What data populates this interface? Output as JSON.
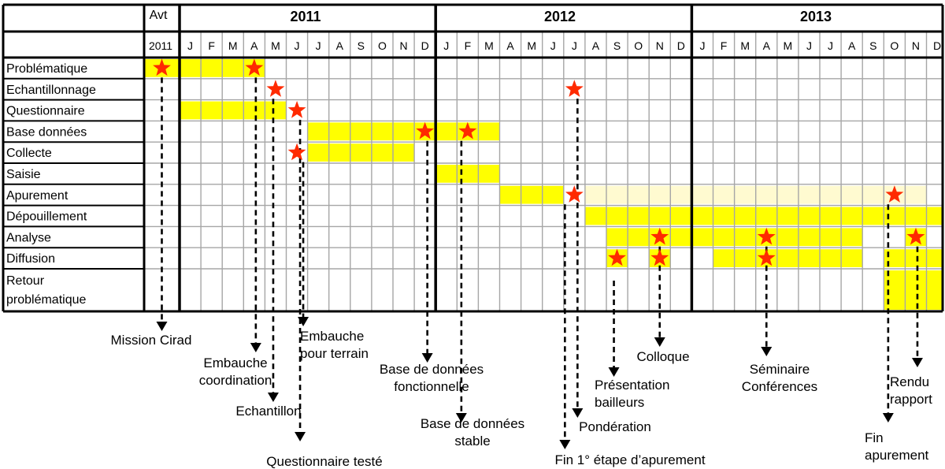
{
  "header": {
    "before_label": "Avt",
    "before_year": "2011",
    "years": [
      "2011",
      "2012",
      "2013"
    ],
    "months": [
      "J",
      "F",
      "M",
      "A",
      "M",
      "J",
      "J",
      "A",
      "S",
      "O",
      "N",
      "D",
      "J",
      "F",
      "M",
      "A",
      "M",
      "J",
      "J",
      "A",
      "S",
      "O",
      "N",
      "D",
      "J",
      "F",
      "M",
      "A",
      "M",
      "J",
      "J",
      "A",
      "S",
      "O",
      "N",
      "D"
    ]
  },
  "rows": [
    {
      "label": "Problématique"
    },
    {
      "label": "Echantillonnage"
    },
    {
      "label": "Questionnaire"
    },
    {
      "label": "Base données"
    },
    {
      "label": "Collecte"
    },
    {
      "label": "Saisie"
    },
    {
      "label": "Apurement"
    },
    {
      "label": "Dépouillement"
    },
    {
      "label": "Analyse"
    },
    {
      "label": "Diffusion"
    },
    {
      "label": "Retour problématique",
      "lines": [
        "Retour",
        "problématique"
      ]
    }
  ],
  "bars": [
    {
      "row": 0,
      "start": 0,
      "end": 5,
      "tone": "full"
    },
    {
      "row": 2,
      "start": 1,
      "end": 6,
      "tone": "full"
    },
    {
      "row": 3,
      "start": 7,
      "end": 16,
      "tone": "full"
    },
    {
      "row": 4,
      "start": 7,
      "end": 12,
      "tone": "full"
    },
    {
      "row": 5,
      "start": 13,
      "end": 16,
      "tone": "full"
    },
    {
      "row": 6,
      "start": 16,
      "end": 19,
      "tone": "full"
    },
    {
      "row": 6,
      "start": 20,
      "end": 36,
      "tone": "light"
    },
    {
      "row": 7,
      "start": 20,
      "end": 37,
      "tone": "full"
    },
    {
      "row": 8,
      "start": 21,
      "end": 33,
      "tone": "full"
    },
    {
      "row": 8,
      "start": 35,
      "end": 36,
      "tone": "full"
    },
    {
      "row": 9,
      "start": 21,
      "end": 22,
      "tone": "full"
    },
    {
      "row": 9,
      "start": 23,
      "end": 24,
      "tone": "full"
    },
    {
      "row": 9,
      "start": 26,
      "end": 33,
      "tone": "full"
    },
    {
      "row": 9,
      "start": 34,
      "end": 37,
      "tone": "full"
    },
    {
      "row": 10,
      "start": 34,
      "end": 37,
      "tone": "full"
    }
  ],
  "milestones": [
    {
      "row": 0,
      "col": 0
    },
    {
      "row": 0,
      "col": 4
    },
    {
      "row": 1,
      "col": 5
    },
    {
      "row": 1,
      "col": 19
    },
    {
      "row": 2,
      "col": 6
    },
    {
      "row": 3,
      "col": 12
    },
    {
      "row": 3,
      "col": 14
    },
    {
      "row": 4,
      "col": 6
    },
    {
      "row": 6,
      "col": 19
    },
    {
      "row": 6,
      "col": 34
    },
    {
      "row": 8,
      "col": 23
    },
    {
      "row": 8,
      "col": 28
    },
    {
      "row": 8,
      "col": 35
    },
    {
      "row": 9,
      "col": 21
    },
    {
      "row": 9,
      "col": 23
    },
    {
      "row": 9,
      "col": 28
    }
  ],
  "annotations": [
    {
      "name": "mission-cirad",
      "col": 0,
      "row": 0,
      "lines": [
        "Mission Cirad"
      ]
    },
    {
      "name": "embauche-coordination",
      "col": 4,
      "row": 0,
      "lines": [
        "Embauche",
        "coordination"
      ]
    },
    {
      "name": "echantillon",
      "col": 5,
      "row": 1,
      "lines": [
        "Echantillon"
      ]
    },
    {
      "name": "questionnaire-teste",
      "col": 6,
      "row": 2,
      "lines": [
        "Questionnaire testé"
      ]
    },
    {
      "name": "embauche-terrain",
      "col": 6,
      "row": 4,
      "lines": [
        "Embauche",
        "pour terrain"
      ]
    },
    {
      "name": "base-fonctionnelle",
      "col": 12,
      "row": 3,
      "lines": [
        "Base de données",
        "fonctionnelle"
      ]
    },
    {
      "name": "base-stable",
      "col": 14,
      "row": 3,
      "lines": [
        "Base de données",
        "stable"
      ]
    },
    {
      "name": "fin-etape-apurement",
      "col": 19,
      "row": 6,
      "lines": [
        "Fin 1° étape d’apurement"
      ]
    },
    {
      "name": "ponderation",
      "col": 19,
      "row": 1,
      "lines": [
        "Pondération"
      ]
    },
    {
      "name": "presentation-bailleurs",
      "col": 21,
      "row": 9,
      "lines": [
        "Présentation",
        "bailleurs"
      ]
    },
    {
      "name": "colloque",
      "col": 23,
      "row": 8,
      "lines": [
        "Colloque"
      ]
    },
    {
      "name": "seminaire-conferences",
      "col": 28,
      "row": 8,
      "lines": [
        "Séminaire",
        "Conférences"
      ]
    },
    {
      "name": "fin-apurement",
      "col": 34,
      "row": 6,
      "lines": [
        "Fin",
        "apurement"
      ]
    },
    {
      "name": "rendu-rapport",
      "col": 35,
      "row": 8,
      "lines": [
        "Rendu",
        "rapport"
      ]
    }
  ],
  "colors": {
    "bar": "#ffff00",
    "bar_light": "#fffad0",
    "star": "#ff2a00",
    "grid": "#a6a6a6",
    "border": "#000000"
  }
}
